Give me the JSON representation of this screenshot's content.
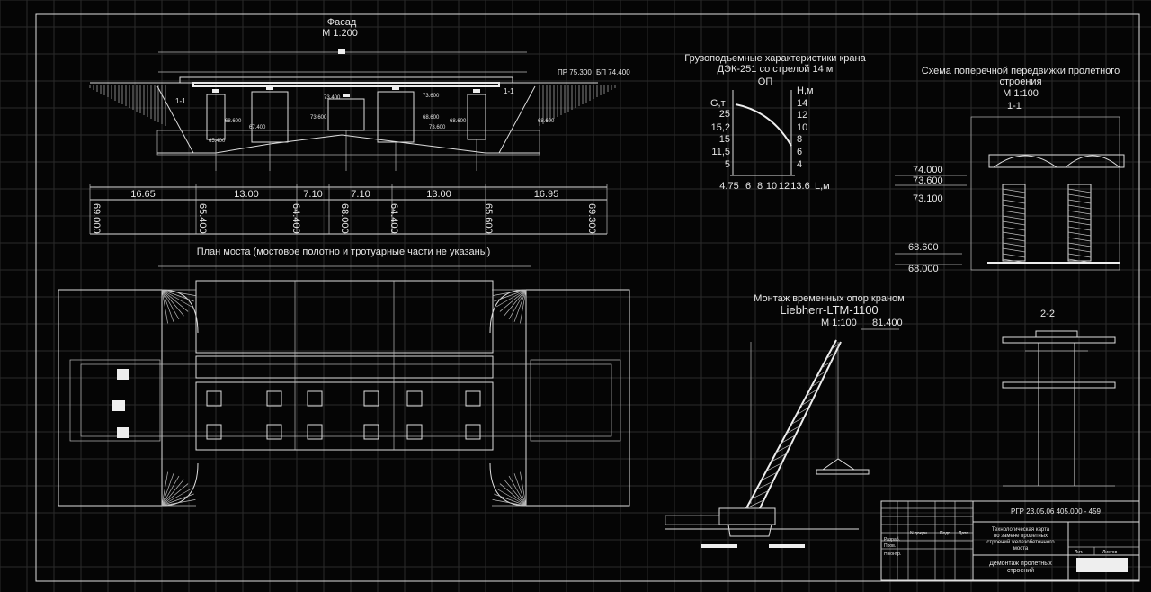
{
  "facade": {
    "title": "Фасад",
    "scale": "М 1:200",
    "spans": [
      "16.65",
      "13.00",
      "7.10",
      "7.10",
      "13.00",
      "16.95"
    ],
    "marks": [
      "69.000",
      "65.400",
      "64.400",
      "68.000",
      "64.400",
      "65.600",
      "69.300"
    ],
    "level_pr": "ПР 75.300",
    "level_bp": "БП 74.400",
    "section_left": "1-1",
    "section_right": "1-1",
    "level_top1": "73.400",
    "level_top2": "73.600",
    "level_top3": "73.600",
    "level_mid": [
      "68.600",
      "67.400",
      "68.600",
      "73.600",
      "68.600",
      "68.600"
    ],
    "level_low": "65.400"
  },
  "crane_chart": {
    "title_line1": "Грузоподъемные характеристики крана",
    "title_line2": "ДЭК-251 со стрелой 14 м",
    "op_label": "ОП",
    "y_left_label": "G,т",
    "y_right_label": "H,м",
    "x_label": "L,м",
    "y_left_ticks": [
      "25",
      "15,2",
      "15",
      "11,5",
      "5"
    ],
    "y_right_ticks": [
      "14",
      "12",
      "10",
      "8",
      "6",
      "4"
    ],
    "x_ticks": [
      "4.75",
      "6",
      "8",
      "10",
      "12",
      "13.6"
    ]
  },
  "cross_scheme": {
    "title_line1": "Схема поперечной передвижки пролетного",
    "title_line2": "строения",
    "scale": "М 1:100",
    "section": "1-1",
    "levels": [
      "74.000",
      "73.600",
      "73.100"
    ],
    "levels_low": [
      "68.600",
      "68.000"
    ]
  },
  "plan": {
    "title": "План моста (мостовое полотно и тротуарные части не указаны)"
  },
  "mount": {
    "title_line1": "Монтаж временных опор краном",
    "title_line2": "Liebherr-LTM-1100",
    "scale": "М 1:100",
    "level": "81.400"
  },
  "section22": {
    "label": "2-2"
  },
  "stamp": {
    "code": "РГР 23.05.06 405.000 - 459",
    "doc_line1": "Технологическая карта",
    "doc_line2": "по замене пролетных",
    "doc_line3": "строений железобетонного",
    "doc_line4": "моста",
    "sheet_title1": "Демонтаж пролетных",
    "sheet_title2": "строений",
    "col_ndok": "N докум.",
    "col_sign": "Подп.",
    "col_date": "Дата",
    "row_razrab": "Разраб.",
    "row_prov": "Пров.",
    "row_nkontr": "Н.контр.",
    "col_lit": "Лит.",
    "col_list": "Листов"
  }
}
